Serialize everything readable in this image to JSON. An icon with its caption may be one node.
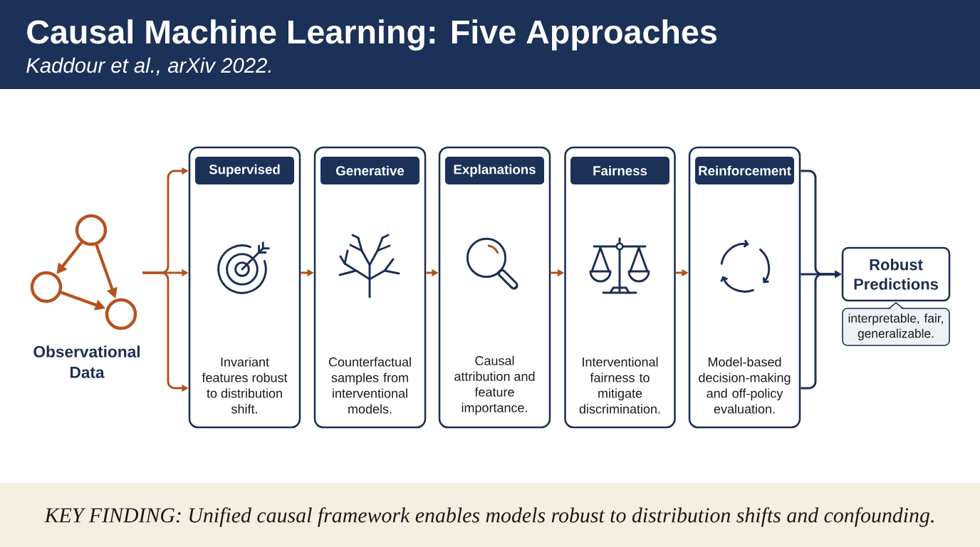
{
  "diagram": {
    "title": "Causal Machine Learning: Five Approaches",
    "caption": "KEY FINDING: Unified causal framework enables models robust to distribution shifts and confounding.",
    "nodes": [
      {
        "text": [],
        "shape": "picture",
        "beside": [
          "Observational Data"
        ]
      },
      {
        "text": [
          "Invariant features robust to distribution shift."
        ]
      },
      {
        "text": [
          "Supervised"
        ],
        "in": 1
      },
      {
        "text": [
          "Counterfactual samples from interventional models."
        ]
      },
      {
        "text": [
          "Generative"
        ],
        "in": 3
      },
      {
        "text": [
          "Causal attribution and feature importance."
        ]
      },
      {
        "text": [
          "Explanations"
        ],
        "in": 5
      },
      {
        "text": [
          "Interventional fairness to mitigate discrimination."
        ]
      },
      {
        "text": [
          "Fairness"
        ],
        "in": 7
      },
      {
        "text": [
          "Model-based decision-making and off-policy evaluation."
        ]
      },
      {
        "text": [
          "Reinforcement"
        ],
        "in": 9
      },
      {
        "text": [
          "Robust Predictions"
        ]
      },
      {
        "text": [
          "interpretable, fair, generalizable."
        ]
      }
    ],
    "edges": [
      {
        "from": 0,
        "to": 1,
        "arrow": "to"
      },
      {
        "from": 0,
        "to": 1,
        "arrow": "to"
      },
      {
        "from": 0,
        "to": 1,
        "arrow": "to"
      },
      {
        "from": 1,
        "to": 3,
        "arrow": "to"
      },
      {
        "from": 3,
        "to": 5,
        "arrow": "to"
      },
      {
        "from": 5,
        "to": 7,
        "arrow": "to"
      },
      {
        "from": 7,
        "to": 9,
        "arrow": "to"
      },
      {
        "from": 9,
        "to": 11,
        "arrow": "to",
        "color": "#1c2f52"
      },
      {
        "from": 9,
        "to": 11,
        "arrow": "to",
        "color": "#1c2f52"
      },
      {
        "from": 9,
        "to": 11,
        "arrow": "to",
        "color": "#1c2f52"
      }
    ],
    "labels": [
      "Kaddour et al., arXiv 2022."
    ]
  }
}
